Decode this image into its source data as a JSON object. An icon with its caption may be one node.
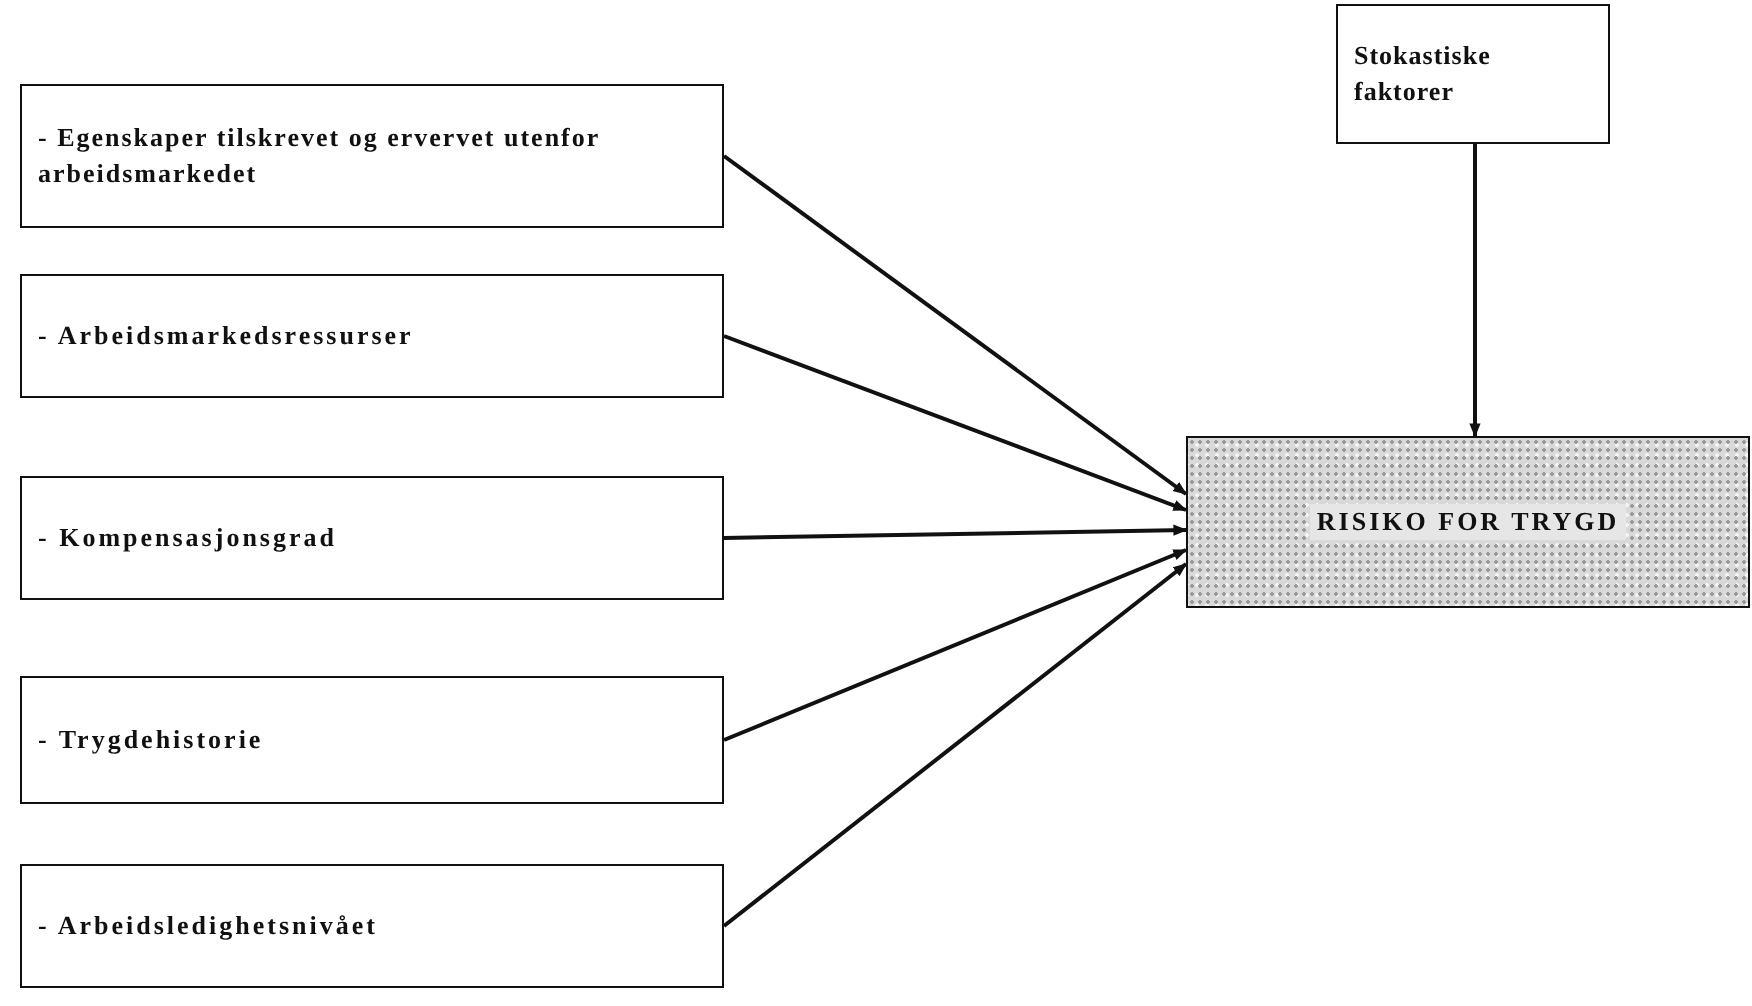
{
  "diagram": {
    "nodes": [
      {
        "text": [
          "- Egenskaper tilskrevet og ervervet utenfor arbeidsmarkedet"
        ]
      },
      {
        "text": [
          "- Arbeidsmarkedsressurser"
        ]
      },
      {
        "text": [
          "- Kompensasjonsgrad"
        ]
      },
      {
        "text": [
          "- Trygdehistorie"
        ]
      },
      {
        "text": [
          "- Arbeidsledighetsnivået"
        ]
      },
      {
        "text": [
          "Stokastiske faktorer"
        ]
      },
      {
        "text": [
          "RISIKO FOR TRYGD"
        ]
      }
    ],
    "edges": [
      {
        "from": 0,
        "to": 6,
        "arrow": "to"
      },
      {
        "from": 1,
        "to": 6,
        "arrow": "to"
      },
      {
        "from": 2,
        "to": 6,
        "arrow": "to"
      },
      {
        "from": 3,
        "to": 6,
        "arrow": "to"
      },
      {
        "from": 4,
        "to": 6,
        "arrow": "to"
      },
      {
        "from": 5,
        "to": 6,
        "arrow": "to"
      }
    ]
  }
}
